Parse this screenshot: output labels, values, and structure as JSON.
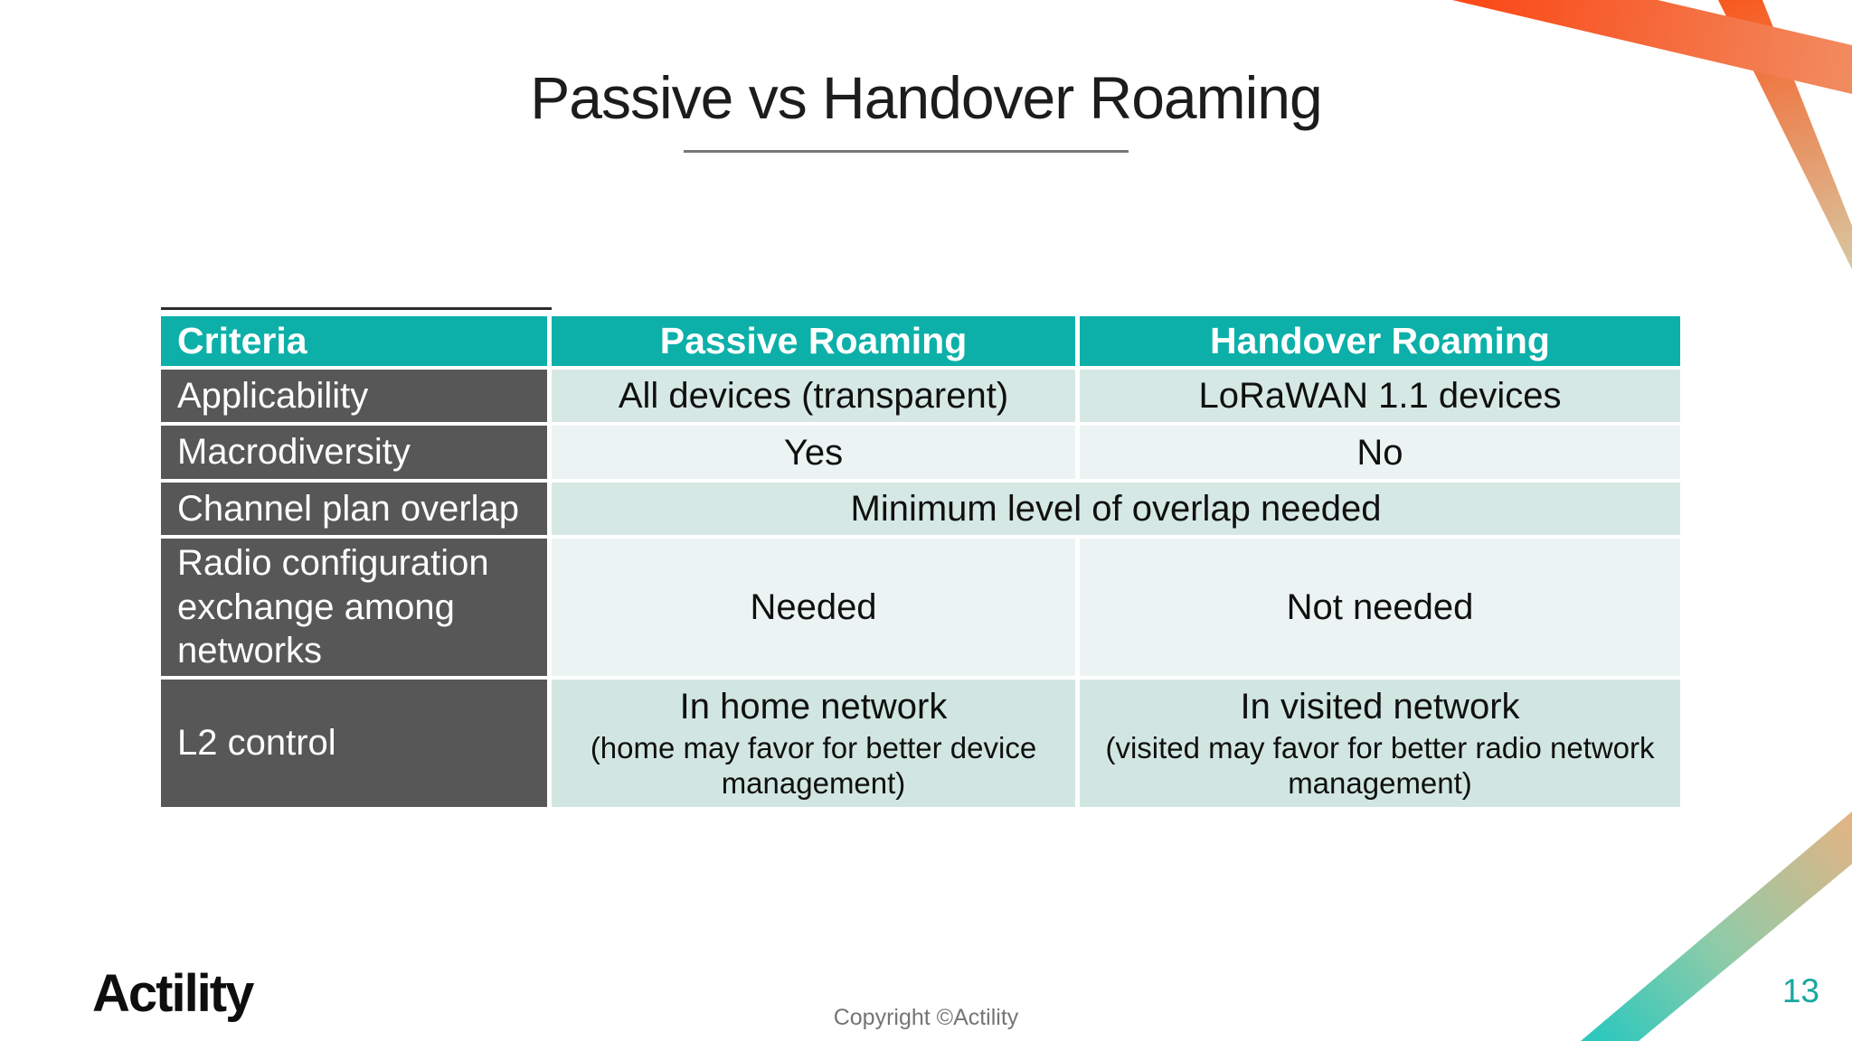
{
  "slide": {
    "title": "Passive vs Handover Roaming",
    "logo_text": "Actility",
    "copyright": "Copyright ©Actility",
    "page_number": "13"
  },
  "table": {
    "headers": {
      "criteria": "Criteria",
      "passive": "Passive Roaming",
      "handover": "Handover Roaming"
    },
    "rows": [
      {
        "criteria": "Applicability",
        "passive": "All devices (transparent)",
        "handover": "LoRaWAN 1.1 devices"
      },
      {
        "criteria": "Macrodiversity",
        "passive": "Yes",
        "handover": "No"
      },
      {
        "criteria": "Channel plan overlap",
        "merged": "Minimum level of overlap needed"
      },
      {
        "criteria": "Radio configuration exchange among networks",
        "passive": "Needed",
        "handover": "Not needed"
      },
      {
        "criteria": "L2 control",
        "passive": "In home network",
        "passive_note": "(home may favor for better device management)",
        "handover": "In visited network",
        "handover_note": "(visited may favor for better radio network management)"
      }
    ]
  },
  "colors": {
    "header-teal": "#0cb0a9",
    "criteria-gray": "#575757",
    "row-dark-mint": "#d6e8e4",
    "row-light-mint": "#ebf4f2",
    "row-l2-mint": "#d1e6e1",
    "page-number-teal": "#17a89f",
    "ribbon-red-orange": "#fb4513",
    "ribbon-soft-orange": "#f18c60",
    "ribbon-orange-top": "#f75a20",
    "ribbon-tan": "#d9c49e",
    "ribbon-warm-tan": "#e2b484",
    "ribbon-green-blend": "#8fcba8",
    "ribbon-teal": "#2ec8bd"
  }
}
